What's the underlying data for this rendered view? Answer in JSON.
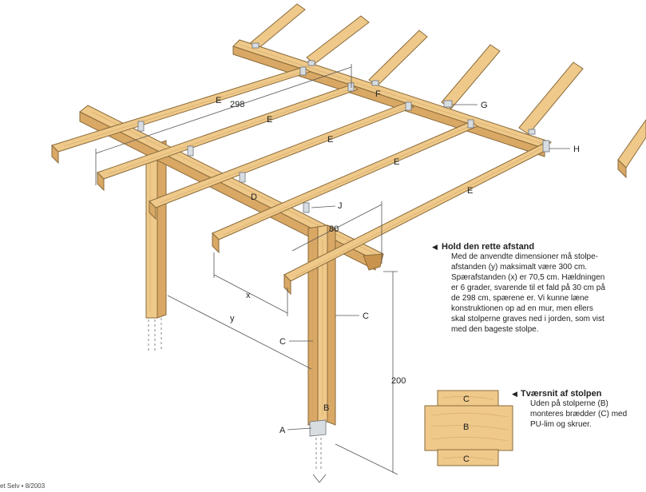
{
  "labels": {
    "E1": "E",
    "E2": "E",
    "E3": "E",
    "E4": "E",
    "E5": "E",
    "F": "F",
    "G": "G",
    "H": "H",
    "J": "J",
    "D": "D",
    "C1": "C",
    "C2": "C",
    "A": "A",
    "B": "B",
    "x": "x",
    "y": "y"
  },
  "dimensions": {
    "width_298": "298",
    "spacing_80": "80",
    "height_200": "200"
  },
  "note_afstand": {
    "title": "Hold den rette afstand",
    "body": "Med de anvendte dimensioner må stolpe-afstanden (y) maksimalt være 300 cm. Spærafstanden (x) er 70,5 cm. Hældningen er 6 grader, svarende til et fald på 30 cm på de 298 cm, spærene er. Vi kunne læne konstruktionen op ad en mur, men ellers skal stolperne graves ned i jorden, som vist med den bageste stolpe."
  },
  "note_tvaersnit": {
    "title": "Tværsnit af stolpen",
    "body": "Uden på stolperne (B) monteres brædder (C) med PU-lim og skruer."
  },
  "cross_section": {
    "top": "C",
    "middle": "B",
    "bottom": "C"
  },
  "credit": "et Selv • 8/2003",
  "colors": {
    "wood": "#eec98a",
    "wood_side": "#d9a865",
    "bracket": "#d8dde2"
  }
}
